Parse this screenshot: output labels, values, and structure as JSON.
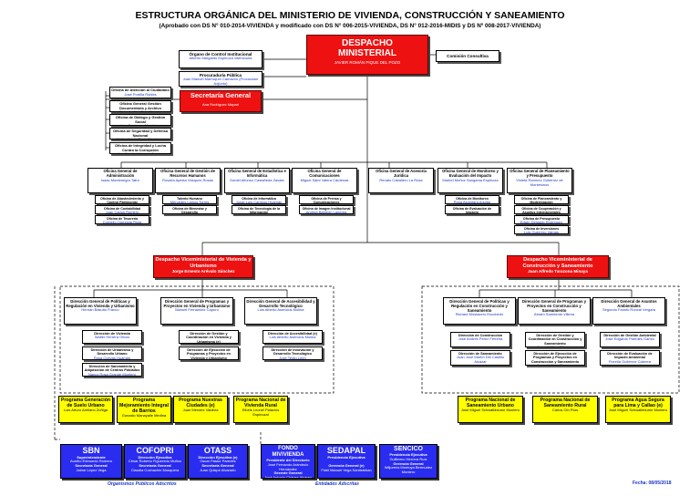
{
  "title": "ESTRUCTURA ORGÁNICA DEL MINISTERIO DE VIVIENDA, CONSTRUCCIÓN Y SANEAMIENTO",
  "subtitle": "(Aprobado con DS N° 010-2014-VIVIENDA y modificado con DS N° 006-2015-VIVIENDA, DS N° 012-2016-MIDIS y DS Nº 008-2017-VIVIENDA)",
  "despacho": {
    "title": "DESPACHO MINISTERIAL",
    "person": "JAVIER ROMÁN PIQUE DEL POZO"
  },
  "comision": "Comisión Consultiva",
  "control": {
    "title": "Órgano de Control Institucional",
    "person": "Alberto Margarito Espinoza Valenzuela"
  },
  "procuraduria": {
    "title": "Procuraduría Pública",
    "person": "Juan Manuel Marroquín Camacho (Procurador Adjunto)"
  },
  "secretaria": {
    "title": "Secretaría General",
    "person": "Ana Rodríguez Mapari"
  },
  "sg_offices": [
    {
      "title": "Oficina de Atención al Ciudadano",
      "person": "José Portilla Robles"
    },
    {
      "title": "Oficina General Gestión Documentaria y Archivo",
      "person": "Roberto Ciro Díaz Carrera"
    },
    {
      "title": "Oficina de Diálogo y Gestión Social",
      "person": "Luz Contreras Mendoza"
    },
    {
      "title": "Oficina de Seguridad y Defensa Nacional",
      "person": "Walter Jesús Tapia Zambrano"
    },
    {
      "title": "Oficina de Integridad y Lucha Contra la Corrupción",
      "person": "Ana Cecilia Valverde Aguirre"
    }
  ],
  "general_offices": [
    {
      "title": "Oficina General de Administración",
      "person": "Isaac Montenegro Tafur",
      "subs": [
        {
          "title": "Oficina de Abastecimiento y Control Patrimonial",
          "person": "Felix Alejandro Huaman"
        },
        {
          "title": "Oficina de Contabilidad",
          "person": "Juan Carlos Romero"
        },
        {
          "title": "Oficina de Tesorería",
          "person": "Cornelio Quezada Rioja"
        }
      ]
    },
    {
      "title": "Oficina General de Gestión de Recursos Humanos",
      "person": "Rosalía Ayesta Vásquez Rosas",
      "subs": [
        {
          "title": "Talento Humano",
          "person": "Mercedes Llanos Torres"
        },
        {
          "title": "Oficina de Bienestar y Desarrollo",
          "person": "Carlos Aldana Ramos"
        }
      ]
    },
    {
      "title": "Oficina General de Estadística e Informática",
      "person": "Daniel Alfonso Castañeda Zavala",
      "subs": [
        {
          "title": "Oficina de Informática",
          "person": "Jorge Luis Campos Huamán"
        },
        {
          "title": "Oficina de Tecnología de la Información",
          "person": "Rubén Abanto Espino"
        }
      ]
    },
    {
      "title": "Oficina General de Comunicaciones",
      "person": "Miguel Saint Valera Cárdenas",
      "subs": [
        {
          "title": "Oficina de Prensa y Comunicaciones",
          "person": "Luis Negrón Falcón"
        },
        {
          "title": "Oficina de Imagen Institucional",
          "person": "Andrea Baldeón Lanegra"
        }
      ]
    },
    {
      "title": "Oficina General de Asesoría Jurídica",
      "person": "Renato Caballero La Rosa",
      "subs": []
    },
    {
      "title": "Oficina General de Monitoreo y Evaluación del Impacto",
      "person": "Marbel Muñoz Sangama Espinoza",
      "subs": [
        {
          "title": "Oficina de Monitoreo",
          "person": "Rosa Alcántara Aguilar"
        },
        {
          "title": "Oficina de Evaluación de Impacto",
          "person": ""
        }
      ]
    },
    {
      "title": "Oficina General de Planeamiento y Presupuesto",
      "person": "Violeta Ramírez Gutiérrez de Montesinos",
      "subs": [
        {
          "title": "Oficina de Planeamiento y Modernización",
          "person": "Julio Ortega Peralta"
        },
        {
          "title": "Oficina de Cooperación y Asuntos Internacionales",
          "person": "Maribel Apaza Castillo"
        },
        {
          "title": "Oficina de Presupuesto",
          "person": "Edwin Delgado Rodríguez"
        },
        {
          "title": "Oficina de Inversiones",
          "person": "Luis Guerrero Vargas"
        }
      ]
    }
  ],
  "vice_vivienda": {
    "title": "Despacho Viceministerial de Vivienda y Urbanismo",
    "person": "Jorge Ernesto Arévalo Sánchez"
  },
  "vice_construccion": {
    "title": "Despacho Viceministerial de Construcción y Saneamiento",
    "person": "Juan Alfredo Tarazona Minaya"
  },
  "dg_vivienda": [
    {
      "title": "Dirección General de Políticas y Regulación en Vivienda y Urbanismo",
      "person": "Hernán Basulto Franco",
      "subs": [
        {
          "title": "Dirección de Vivienda",
          "person": "Walter Herrera Olivos"
        },
        {
          "title": "Dirección de Urbanismo y Desarrollo Urbano",
          "person": "Rosa Cuevas Huamán"
        },
        {
          "title": "Dirección de Saneamiento y Adquisición de Centros Poblados",
          "person": "Nancy Rosa Grande Montero"
        }
      ]
    },
    {
      "title": "Dirección General de Programas y Proyectos en Vivienda y Urbanismo",
      "person": "Manuel Fernández Capuro",
      "subs": [
        {
          "title": "Dirección de Gestión y Coordinación en Vivienda y Urbanismo (e)",
          "person": "Benji Rivera López"
        },
        {
          "title": "Dirección de Ejecución de Programas y Proyectos en Vivienda y Urbanismo",
          "person": "Iván Vega Paredes"
        }
      ]
    },
    {
      "title": "Dirección General de Accesibilidad y Desarrollo Tecnológico",
      "person": "Luis Alberto Asencios Molina",
      "subs": [
        {
          "title": "Dirección de Accesibilidad (e)",
          "person": "Luis Alberto Asencios Molina"
        },
        {
          "title": "Dirección de Innovación y Desarrollo Tecnológico",
          "person": "José Terán León"
        }
      ]
    }
  ],
  "dg_construccion": [
    {
      "title": "Dirección General de Políticas y Regulación en Construcción y Saneamiento",
      "person": "Richard Mostacero Escobedo",
      "subs": [
        {
          "title": "Dirección de Construcción",
          "person": "José Andrés Pérez Ferreira"
        },
        {
          "title": "Dirección de Saneamiento",
          "person": "Juan José Martín Del Castillo Alcázar"
        }
      ]
    },
    {
      "title": "Dirección General de Programas y Proyectos en Construcción y Saneamiento",
      "person": "Abram Sarmiento Villena",
      "subs": [
        {
          "title": "Dirección de Gestión y Coordinación en Construcción y Saneamiento",
          "person": "Jorge Li Ning Chaman"
        },
        {
          "title": "Dirección de Ejecución de Programas y Proyectos en Construcción y Saneamiento",
          "person": "Jorge Li Ning Chaman"
        }
      ]
    },
    {
      "title": "Dirección General de Asuntos Ambientales",
      "person": "Segundo Fausto Roncal Vergara",
      "subs": [
        {
          "title": "Dirección de Gestión Ambiental",
          "person": "José Edgardo Paredes Gamio"
        },
        {
          "title": "Dirección de Evaluación de Impacto Ambiental",
          "person": "Fiorella Gutiérrez Cabrera"
        }
      ]
    }
  ],
  "programas_vivienda": [
    {
      "title": "Programa Generación de Suelo Urbano",
      "person": "Luis Arturo Arellano Zúñiga"
    },
    {
      "title": "Programa Mejoramiento Integral de Barrios",
      "person": "Gonzalo Manayalle Medina"
    },
    {
      "title": "Programa Nuestras Ciudades (e)",
      "person": "Juan Mendez Valdivia"
    },
    {
      "title": "Programa Nacional de Vivienda Rural",
      "person": "Elbéis Leonel Palacios Espinozal"
    }
  ],
  "programas_construccion": [
    {
      "title": "Programa Nacional de Saneamiento Urbano",
      "person": "José Miguel Schwalbblume Montero"
    },
    {
      "title": "Programa Nacional de Saneamiento Rural",
      "person": "Carlos Cth Ríos"
    },
    {
      "title": "Programa Agua Segura para Lima y Callao (e)",
      "person": "José Miguel Schwalbblume Montero"
    }
  ],
  "organismos": [
    {
      "title": "SBN",
      "lines": [
        "Superintendente",
        "Aurelio Edmundo Romero",
        "Secretaría General",
        "Jaime López Vega"
      ]
    },
    {
      "title": "COFOPRI",
      "lines": [
        "Dirección Ejecutiva",
        "César Roberto Figueredo Muñoz",
        "Secretaría General",
        "Claudia Cochachin Mosquera"
      ]
    },
    {
      "title": "OTASS",
      "lines": [
        "Dirección Ejecutiva (e)",
        "Oscar Pastor Paredes",
        "Secretaría General",
        "Juan Quispe Alvarado"
      ]
    }
  ],
  "entidades": [
    {
      "title": "FONDO MIVIVIENDA",
      "lines": [
        "Presidente del Directorio",
        "José Fernando Arámbulo Hernández",
        "Gerente General",
        "José Antonio Chávez Alvarez"
      ]
    },
    {
      "title": "SEDAPAL",
      "lines": [
        "Presidencia Ejecutiva",
        "",
        "Gerencia General (e)",
        "Fidel Manuel Vega Santisteban"
      ]
    },
    {
      "title": "SENCICO",
      "lines": [
        "Presidencia Ejecutiva",
        "Guillermo Herrera Ruíz",
        "Gerencia General",
        "Wiljorens Montoya Bermudez Montero"
      ]
    }
  ],
  "organismos_caption": "Organismos Públicos Adscritos",
  "entidades_caption": "Entidades Adscritas",
  "fecha": "Fecha: 08/05/2018"
}
